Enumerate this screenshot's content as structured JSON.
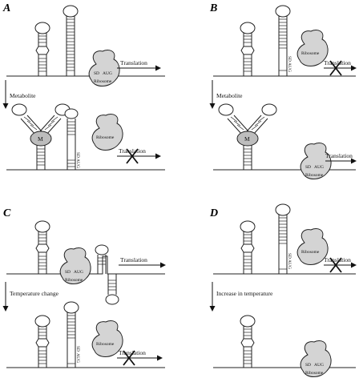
{
  "panels": {
    "A": {
      "letter": "A",
      "top_action": "Translation",
      "bottom_action": "Translation",
      "step": "Metabolite",
      "metabolite": "M"
    },
    "B": {
      "letter": "B",
      "top_action": "Translation",
      "bottom_action": "Translation",
      "step": "Metabolite",
      "metabolite": "M"
    },
    "C": {
      "letter": "C",
      "top_action": "Translation",
      "bottom_action": "Translation",
      "step": "Temperature change"
    },
    "D": {
      "letter": "D",
      "top_action": "Translation",
      "step": "Increase in temperature"
    }
  },
  "labels": {
    "sd": "SD",
    "aug": "AUG",
    "ribosome": "Ribosome"
  },
  "colors": {
    "ribosome_fill": "#d4d4d4",
    "stroke": "#222222",
    "metabolite_fill": "#bdbdbd"
  }
}
